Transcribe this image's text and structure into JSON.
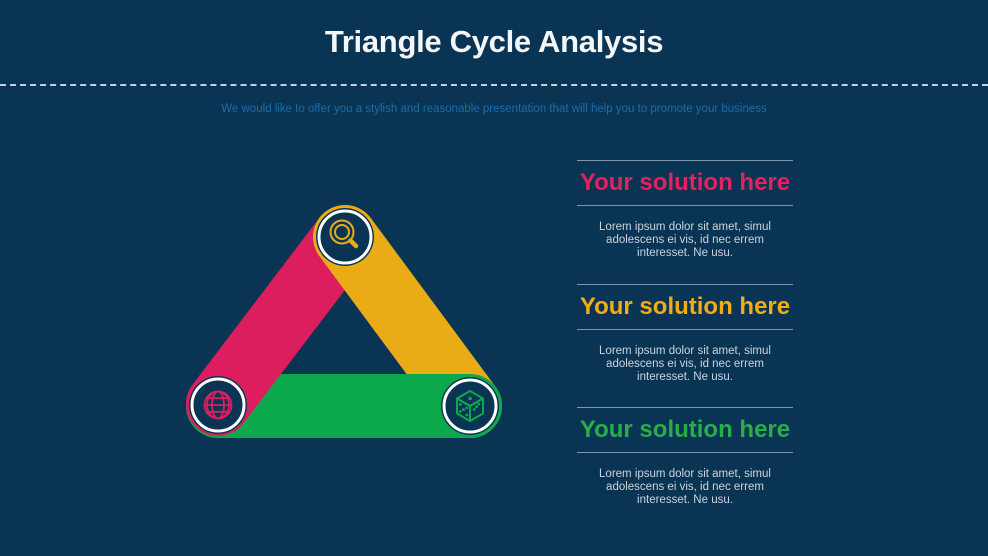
{
  "slide": {
    "title": "Triangle Cycle Analysis",
    "subtitle": "We would like to offer you a stylish and reasonable presentation that will help you to promote your business",
    "colors": {
      "background": "#0A3454",
      "pink": "#DC1E5E",
      "yellow": "#E9AC16",
      "green": "#0BA94C",
      "title": "#F4F6F8",
      "subtitle": "#1A6CA9",
      "body": "#CBD4DD",
      "divider": "#8096A9",
      "dash": "#C7D0D9"
    },
    "diagram": {
      "nodes": [
        {
          "label": "search",
          "icon": "magnifier-icon",
          "position": "top",
          "color": "#E9AC16"
        },
        {
          "label": "globe",
          "icon": "globe-icon",
          "position": "bottom-left",
          "color": "#DC1E5E"
        },
        {
          "label": "dice",
          "icon": "dice-icon",
          "position": "bottom-right",
          "color": "#0BA94C"
        }
      ]
    },
    "sections": [
      {
        "heading": "Your solution here",
        "color": "#E5205F",
        "body": "Lorem ipsum dolor sit amet, simul\nadolescens ei vis, id nec errem\ninteresset. Ne usu."
      },
      {
        "heading": "Your solution here",
        "color": "#F0AE13",
        "body": "Lorem ipsum dolor sit amet, simul\nadolescens ei vis, id nec errem\ninteresset. Ne usu."
      },
      {
        "heading": "Your solution here",
        "color": "#28AD4A",
        "body": "Lorem ipsum dolor sit amet, simul\nadolescens ei vis, id nec errem\ninteresset. Ne usu."
      }
    ]
  }
}
